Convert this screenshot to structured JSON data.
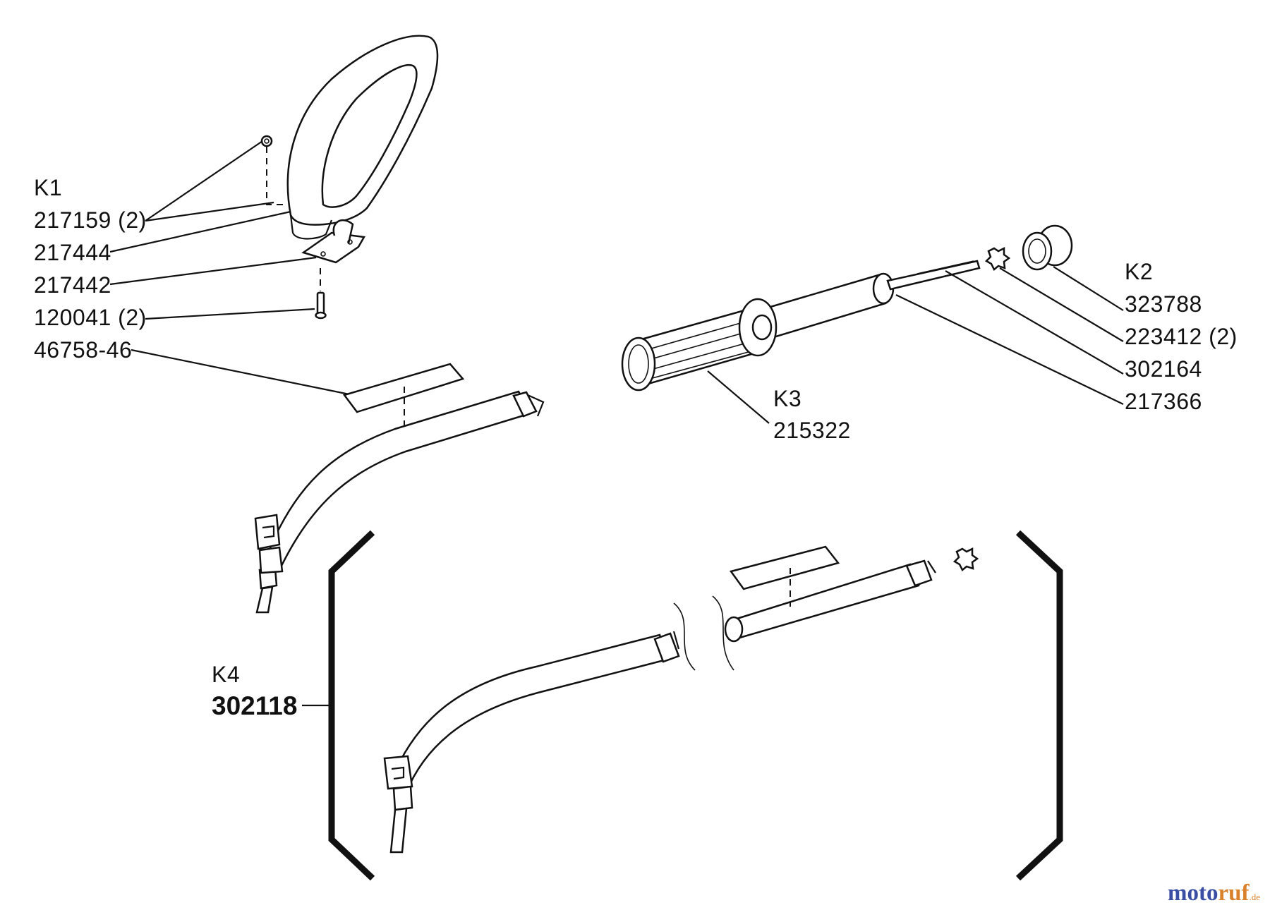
{
  "callouts": {
    "k1": "K1",
    "p217159": "217159 (2)",
    "p217444": "217444",
    "p217442": "217442",
    "p120041": "120041 (2)",
    "p46758": "46758-46",
    "k2": "K2",
    "p323788": "323788",
    "p223412": "223412 (2)",
    "p302164": "302164",
    "p217366": "217366",
    "k3": "K3",
    "p215322": "215322",
    "k4": "K4",
    "p302118": "302118"
  },
  "watermark": {
    "text_moto": "moto",
    "text_ruf": "ruf",
    "suffix": ".de",
    "colors": {
      "moto": "#3a4fa3",
      "ruf": "#d9822b"
    }
  }
}
